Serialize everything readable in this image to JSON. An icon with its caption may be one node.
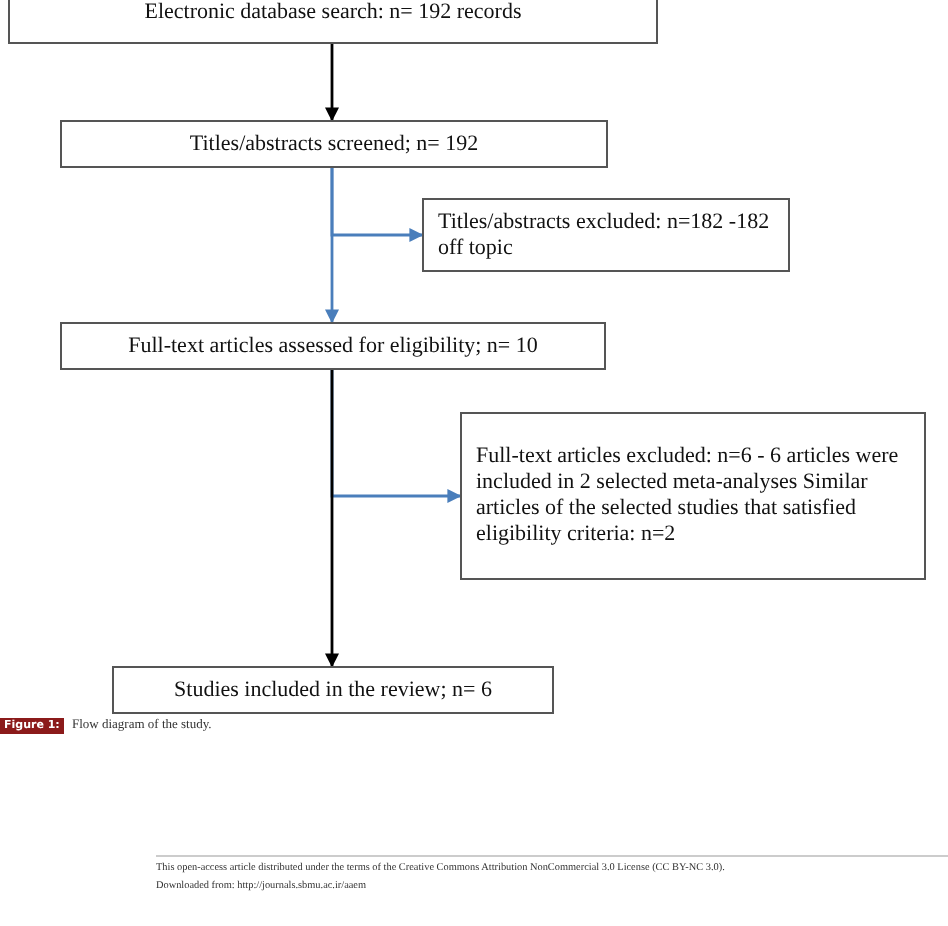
{
  "diagram": {
    "caption": "Flow diagram of the study.",
    "nodes": [
      {
        "text": [
          "Electronic database search: n= 192 records"
        ]
      },
      {
        "text": [
          "Titles/abstracts screened; n= 192"
        ]
      },
      {
        "text": [
          "Titles/abstracts excluded: n=182 -182 off topic"
        ]
      },
      {
        "text": [
          "Full-text articles assessed for eligibility; n= 10"
        ]
      },
      {
        "text": [
          "Full-text articles excluded: n=6 - 6 articles were included in 2 selected meta-analyses Similar articles of the selected studies that satisfied eligibility criteria: n=2"
        ]
      },
      {
        "text": [
          "Studies included in the review; n= 6"
        ]
      }
    ],
    "edges": [
      {
        "from": 0,
        "to": 1,
        "arrow": "to",
        "color": "#000000"
      },
      {
        "from": 1,
        "to": 2,
        "arrow": "to",
        "color": "#4a7ebb"
      },
      {
        "from": 1,
        "to": 3,
        "arrow": "to",
        "color": "#4a7ebb"
      },
      {
        "from": 3,
        "to": 4,
        "arrow": "to",
        "color": "#4a7ebb"
      },
      {
        "from": 3,
        "to": 5,
        "arrow": "to",
        "color": "#000000"
      }
    ],
    "labels": [
      "Figure 1:",
      "This open-access article distributed under the terms of the Creative Commons Attribution NonCommercial 3.0 License (CC BY-NC 3.0).",
      "Downloaded from: http://journals.sbmu.ac.ir/aaem"
    ]
  }
}
